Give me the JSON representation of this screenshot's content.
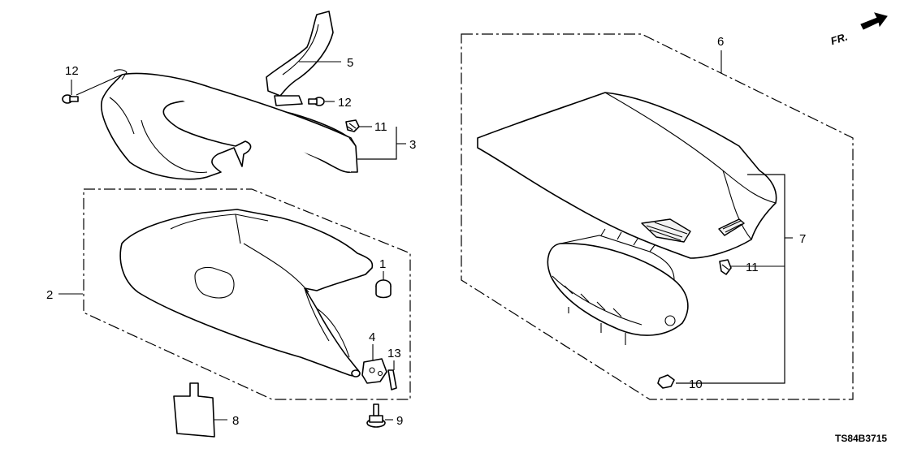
{
  "diagram_code": "TS84B3715",
  "direction_marker": "FR.",
  "callouts": {
    "p1": "1",
    "p2": "2",
    "p3": "3",
    "p4": "4",
    "p5": "5",
    "p6": "6",
    "p7": "7",
    "p8": "8",
    "p9": "9",
    "p10": "10",
    "p11a": "11",
    "p11b": "11",
    "p12a": "12",
    "p12b": "12",
    "p13": "13"
  }
}
